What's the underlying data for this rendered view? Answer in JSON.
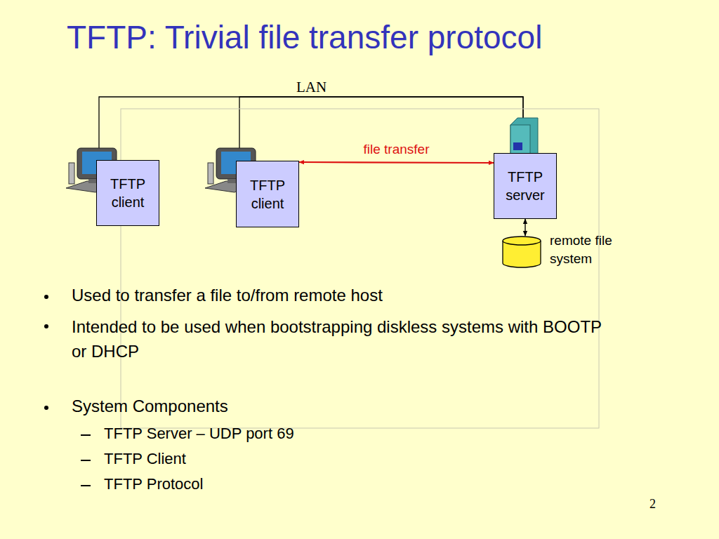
{
  "diagram": {
    "title": "TFTP: Trivial file transfer protocol",
    "nodes": [
      {
        "text": [
          "TFTP client"
        ]
      },
      {
        "text": [
          "TFTP client"
        ]
      },
      {
        "text": [
          "TFTP server"
        ]
      },
      {
        "text": [
          "remote file system"
        ]
      }
    ],
    "edges": [
      {
        "from": 0,
        "to": 2,
        "arrow": "none"
      },
      {
        "from": 1,
        "to": 2,
        "arrow": "none"
      },
      {
        "from": 1,
        "to": 2,
        "label": "file transfer",
        "arrow": "both"
      },
      {
        "from": 2,
        "to": 3,
        "arrow": "both"
      }
    ],
    "labels": [
      "LAN",
      "Used to transfer a file to/from remote host",
      "Intended to be used when bootstrapping diskless systems with BOOTP or DHCP",
      "System Components",
      "TFTP Server – UDP port 69",
      "TFTP Client",
      "TFTP Protocol",
      "2"
    ]
  }
}
